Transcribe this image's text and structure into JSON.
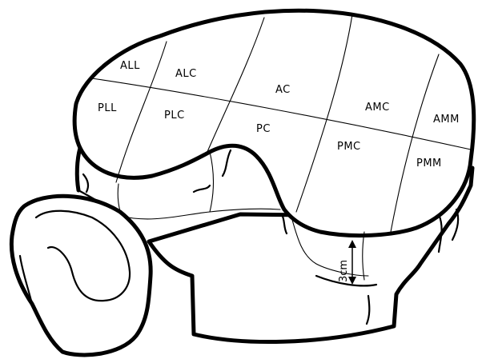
{
  "zones": [
    {
      "id": "all",
      "label": "ALL"
    },
    {
      "id": "alc",
      "label": "ALC"
    },
    {
      "id": "ac",
      "label": "AC"
    },
    {
      "id": "amc",
      "label": "AMC"
    },
    {
      "id": "amm",
      "label": "AMM"
    },
    {
      "id": "pll",
      "label": "PLL"
    },
    {
      "id": "plc",
      "label": "PLC"
    },
    {
      "id": "pc",
      "label": "PC"
    },
    {
      "id": "pmc",
      "label": "PMC"
    },
    {
      "id": "pmm",
      "label": "PMM"
    }
  ],
  "measurement": {
    "label": "3cm"
  }
}
